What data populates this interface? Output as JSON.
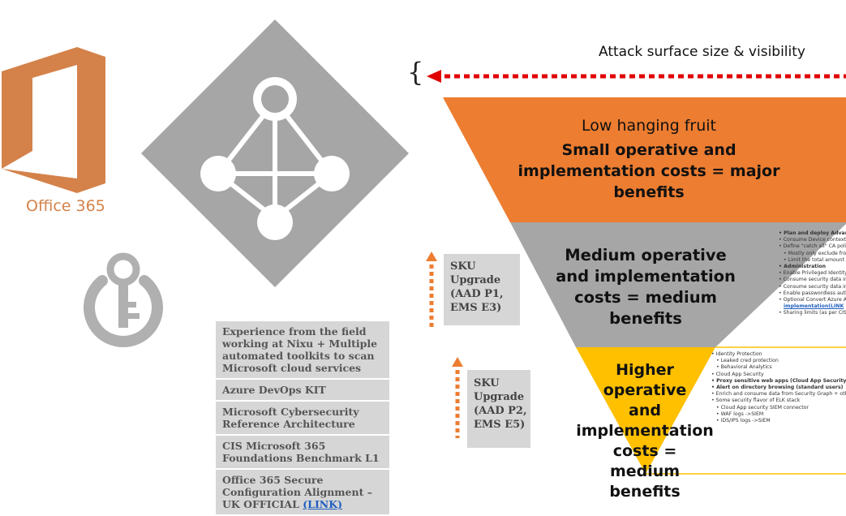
{
  "office": {
    "label": "Office 365"
  },
  "attack": {
    "label": "Attack surface size & visibility"
  },
  "tiers": {
    "top": {
      "subtitle": "Low hanging fruit",
      "title_lines": [
        "Small operative and",
        "implementation costs = major",
        "benefits"
      ]
    },
    "middle": {
      "title_lines": [
        "Medium operative",
        "and implementation",
        "costs = medium",
        "benefits"
      ]
    },
    "bottom": {
      "title_lines": [
        "Higher operative",
        "and",
        "implementation",
        "costs = medium",
        "benefits"
      ]
    }
  },
  "sku": {
    "p1": {
      "lines": [
        "SKU",
        "Upgrade",
        "(AAD P1,",
        "EMS E3)"
      ]
    },
    "p2": {
      "lines": [
        "SKU",
        "Upgrade",
        "(AAD P2,",
        "EMS E5)"
      ]
    }
  },
  "references": {
    "field": "Experience from the field working at Nixu + Multiple automated toolkits to scan Microsoft cloud services",
    "devops": "Azure DevOps KIT",
    "mcra": "Microsoft Cybersecurity Reference Architecture",
    "cis": "CIS Microsoft 365 Foundations Benchmark L1",
    "uk_text": "Office 365 Secure Configuration Alignment – UK OFFICIAL",
    "uk_link": "(LINK)"
  },
  "medium_bullets": [
    "• Plan and deploy Advance",
    "• Consume Device context",
    "• Define \"catch all\" CA poli",
    "• Mostly only exclude fro",
    "• Limit the total amount",
    "• Administration",
    "• Enable Privileged Identity",
    "• Consume security data in",
    "• Consume security data in",
    "• Enable passwordless auth",
    "• Optional Convert Azure A",
    "implementation(LINK",
    "• Sharing limits (as per CIS"
  ],
  "higher_bullets": [
    "• Identity Protection",
    "• Leaked cred protection",
    "• Behavioral Analytics",
    "• Cloud App Security",
    "• Proxy sensitive web apps (Cloud App Security Sessio",
    "• Alert on directory browsing (standard users)",
    "• Enrich and consume data from Security Graph + othe",
    "• Some security flavor of ELK stack",
    "• Cloud App security SIEM connector",
    "• WAF logs ->SIEM",
    "• IDS/IPS logs ->SIEM"
  ],
  "colors": {
    "office": "#d4824a",
    "aad_diamond": "#a6a6a6",
    "key_icon": "#b0b0b0",
    "tier_top": "#ed7d31",
    "tier_middle": "#a6a6a6",
    "tier_bottom": "#ffc000",
    "attack_arrow": "#e00000",
    "sku_arrow": "#ed7d31"
  }
}
